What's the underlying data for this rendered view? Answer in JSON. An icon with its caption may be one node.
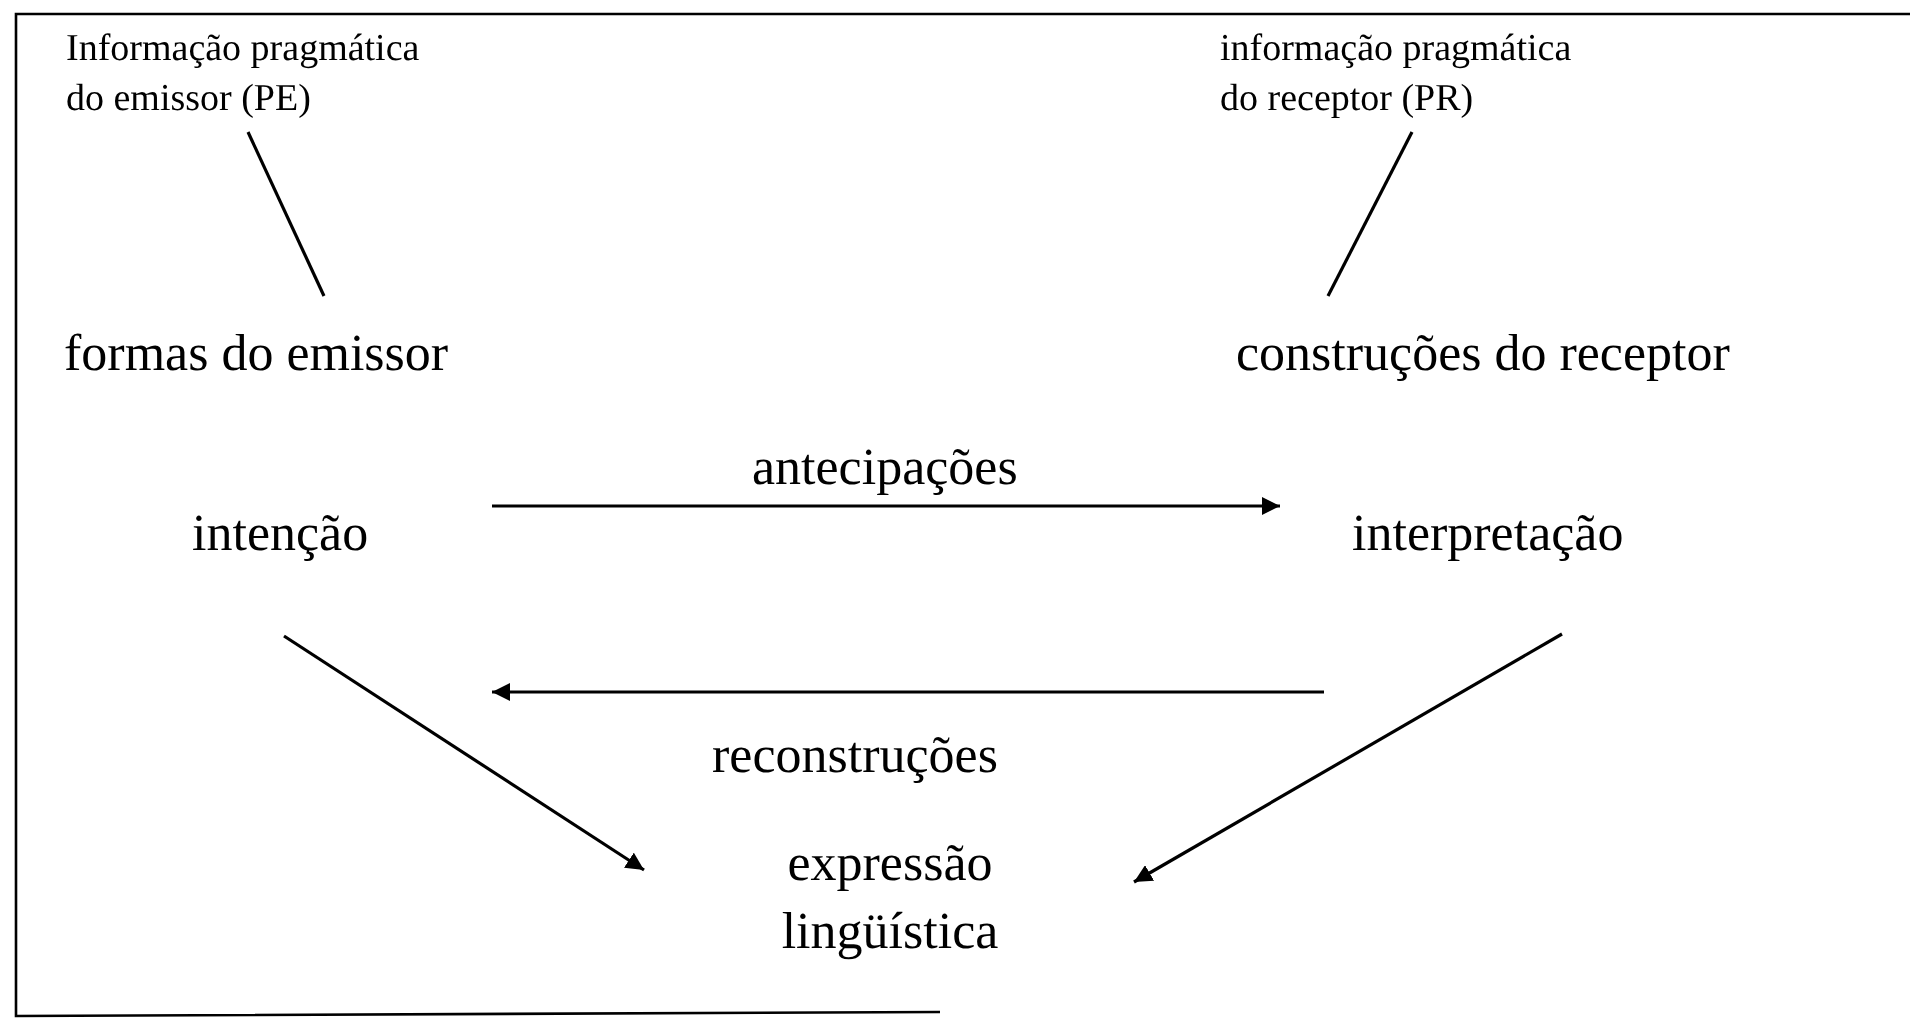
{
  "diagram": {
    "nodes": [
      {
        "text": [
          "Informação pragmática do emissor (PE)"
        ]
      },
      {
        "text": [
          "informação pragmática do receptor (PR)"
        ]
      },
      {
        "text": [
          "formas do emissor"
        ]
      },
      {
        "text": [
          "construções do receptor"
        ]
      },
      {
        "text": [
          "intenção"
        ]
      },
      {
        "text": [
          "interpretação"
        ]
      },
      {
        "text": [
          "expressão lingüística"
        ]
      }
    ],
    "edges": [
      {
        "from": 0,
        "to": 2,
        "arrow": "none"
      },
      {
        "from": 1,
        "to": 3,
        "arrow": "none"
      },
      {
        "from": 4,
        "to": 5,
        "arrow": "to",
        "label": "antecipações"
      },
      {
        "from": 5,
        "to": 4,
        "arrow": "to",
        "label": "reconstruções"
      },
      {
        "from": 4,
        "to": 6,
        "arrow": "to"
      },
      {
        "from": 5,
        "to": 6,
        "arrow": "to"
      }
    ]
  }
}
